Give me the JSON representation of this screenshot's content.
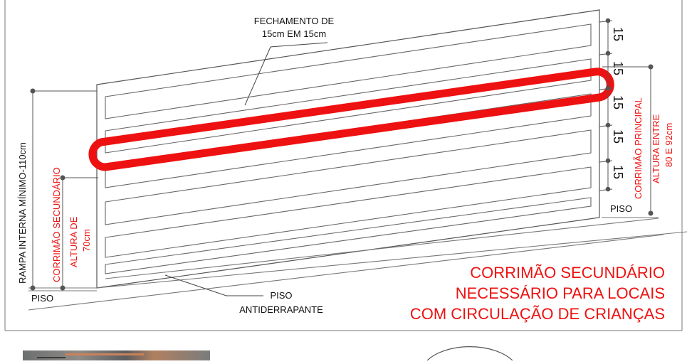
{
  "diagram": {
    "closure_label": [
      "FECHAMENTO DE",
      "15cm EM 15cm"
    ],
    "left_dimension_label": "RAMPA INTERNA MÍNIMO-110cm",
    "secondary_rail_label": [
      "CORRIMÃO SECUNDÁRIO",
      "ALTURA DE",
      "70cm"
    ],
    "main_rail_label": [
      "CORRIMÃO PRINCIPAL",
      "ALTURA ENTRE",
      "80 E 92cm"
    ],
    "spacing_values": [
      "15",
      "15",
      "15",
      "15",
      "15"
    ],
    "floor_left": "PISO",
    "floor_right": "PISO",
    "anti_slip_label": [
      "PISO",
      "ANTIDERRAPANTE"
    ],
    "note": [
      "CORRIMÃO SECUNDÁRIO",
      "NECESSÁRIO PARA LOCAIS",
      "COM CIRCULAÇÃO DE CRIANÇAS"
    ],
    "colors": {
      "handrail": "#ee1111",
      "note_text": "#ee1111",
      "line": "#555555",
      "text": "#111111"
    }
  }
}
